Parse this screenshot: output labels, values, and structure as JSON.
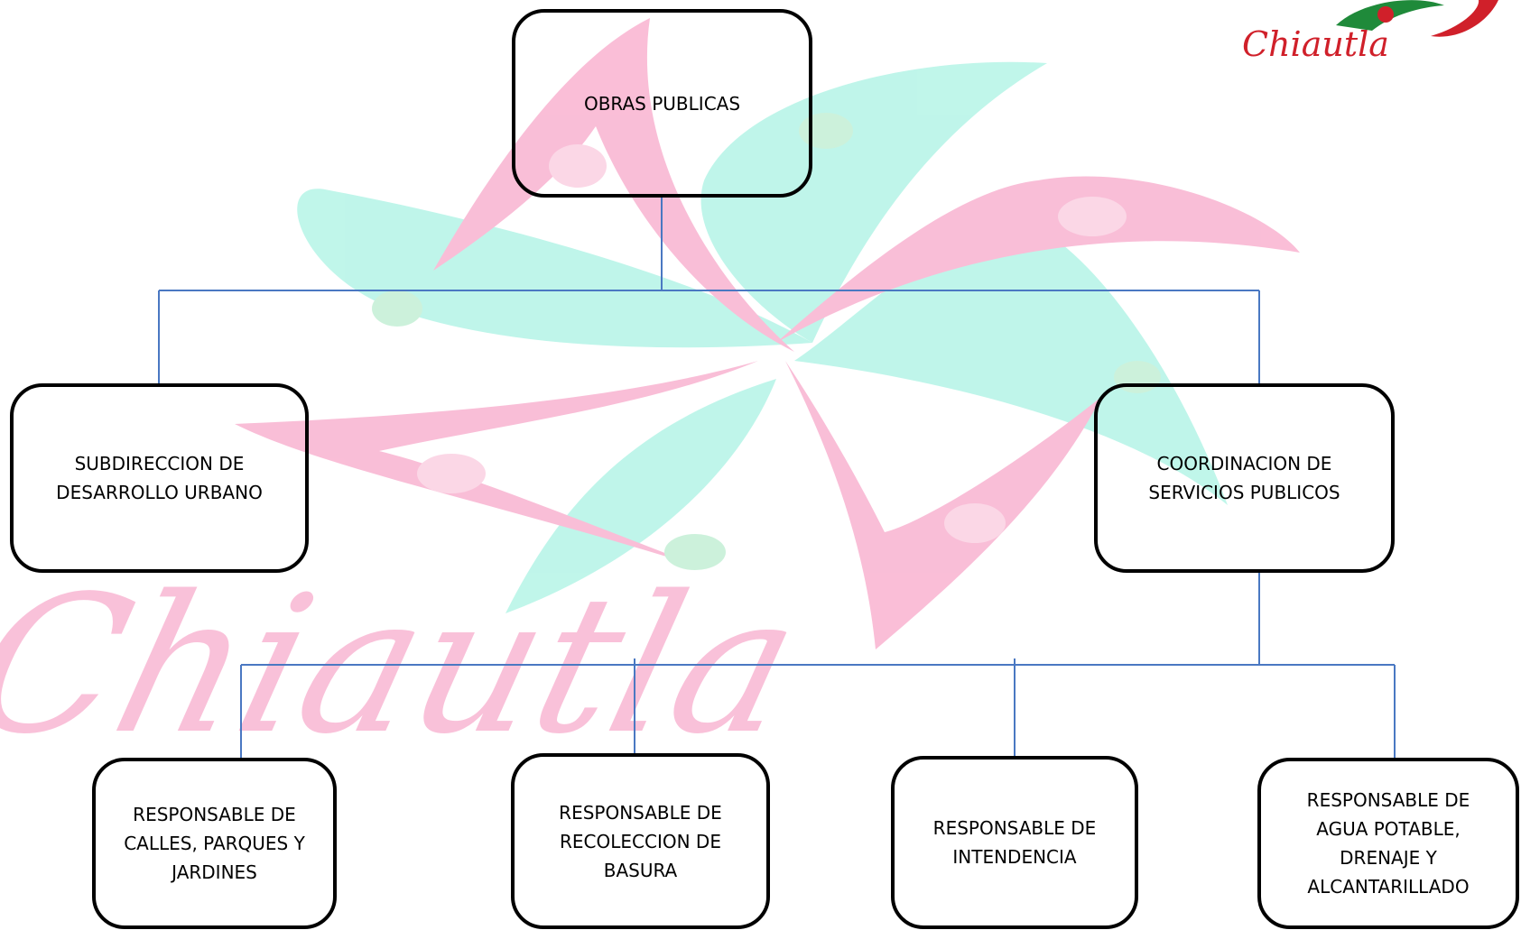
{
  "logo": {
    "text": "Chiautla",
    "colors": {
      "green": "#1f8a3a",
      "red": "#d0202a"
    }
  },
  "watermark": {
    "text": "Chiautla",
    "colors": {
      "pink": "#f9b7d3",
      "mint": "#b9f5e8",
      "ring": "#c7f0d8"
    }
  },
  "connector_color": "#4a78c2",
  "nodes": {
    "root": {
      "label": "OBRAS PUBLICAS"
    },
    "subdireccion": {
      "label": "SUBDIRECCION DE\nDESARROLLO URBANO"
    },
    "coordinacion": {
      "label": "COORDINACION DE\nSERVICIOS PUBLICOS"
    },
    "calles": {
      "label": "RESPONSABLE DE\nCALLES, PARQUES Y\nJARDINES"
    },
    "basura": {
      "label": "RESPONSABLE DE\nRECOLECCION DE\nBASURA"
    },
    "intendencia": {
      "label": "RESPONSABLE DE\nINTENDENCIA"
    },
    "agua": {
      "label": "RESPONSABLE DE\nAGUA POTABLE,\nDRENAJE Y\nALCANTARILLADO"
    }
  }
}
